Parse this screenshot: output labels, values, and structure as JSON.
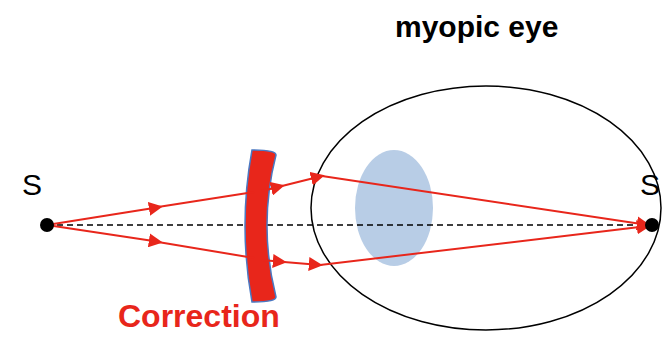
{
  "diagram": {
    "labels": [
      "myopic eye",
      "S",
      "S",
      "Correction"
    ]
  }
}
